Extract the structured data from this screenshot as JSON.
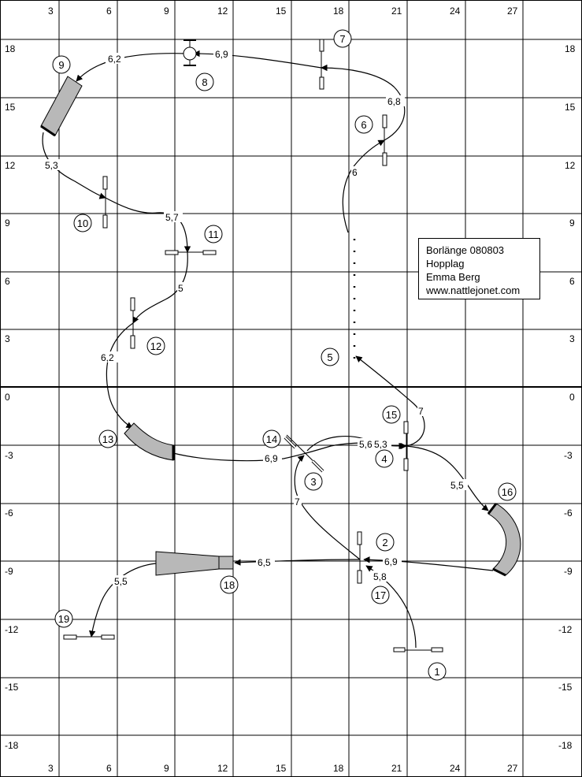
{
  "info": {
    "line1": "Borlänge 080803",
    "line2": "Hopplag",
    "line3": "Emma Berg",
    "line4": "www.nattlejonet.com"
  },
  "axes": {
    "top": [
      "3",
      "6",
      "9",
      "12",
      "15",
      "18",
      "21",
      "24",
      "27"
    ],
    "bottom": [
      "3",
      "6",
      "9",
      "12",
      "15",
      "18",
      "21",
      "24",
      "27"
    ],
    "left": [
      "18",
      "15",
      "12",
      "9",
      "6",
      "3",
      "0",
      "-3",
      "-6",
      "-9",
      "-12",
      "-15",
      "-18"
    ],
    "right": [
      "18",
      "15",
      "12",
      "9",
      "6",
      "3",
      "0",
      "-3",
      "-6",
      "-9",
      "-12",
      "-15",
      "-18"
    ]
  },
  "obstacles": [
    "1",
    "2",
    "3",
    "4",
    "5",
    "6",
    "7",
    "8",
    "9",
    "10",
    "11",
    "12",
    "13",
    "14",
    "15",
    "16",
    "17",
    "18",
    "19"
  ],
  "distances": [
    "6,2",
    "6,9",
    "6,8",
    "6",
    "5,3",
    "5,7",
    "5",
    "6,2",
    "7",
    "5,6",
    "5,3",
    "6,9",
    "7",
    "5,5",
    "6,9",
    "5,8",
    "6,5",
    "5,5"
  ]
}
